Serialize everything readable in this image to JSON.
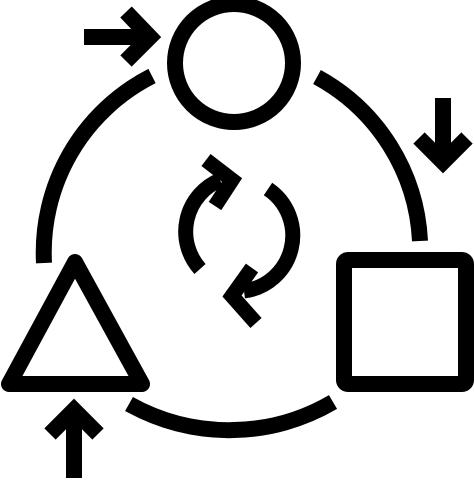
{
  "icon": {
    "name": "cycle-process-shapes-icon",
    "stroke_color": "#000000",
    "background_color": "#ffffff",
    "elements": [
      "circle-node",
      "square-node",
      "triangle-node",
      "cycle-arc-right",
      "cycle-arc-bottom",
      "cycle-arc-left",
      "arrow-right",
      "arrow-down",
      "arrow-up",
      "refresh-arrows"
    ]
  }
}
